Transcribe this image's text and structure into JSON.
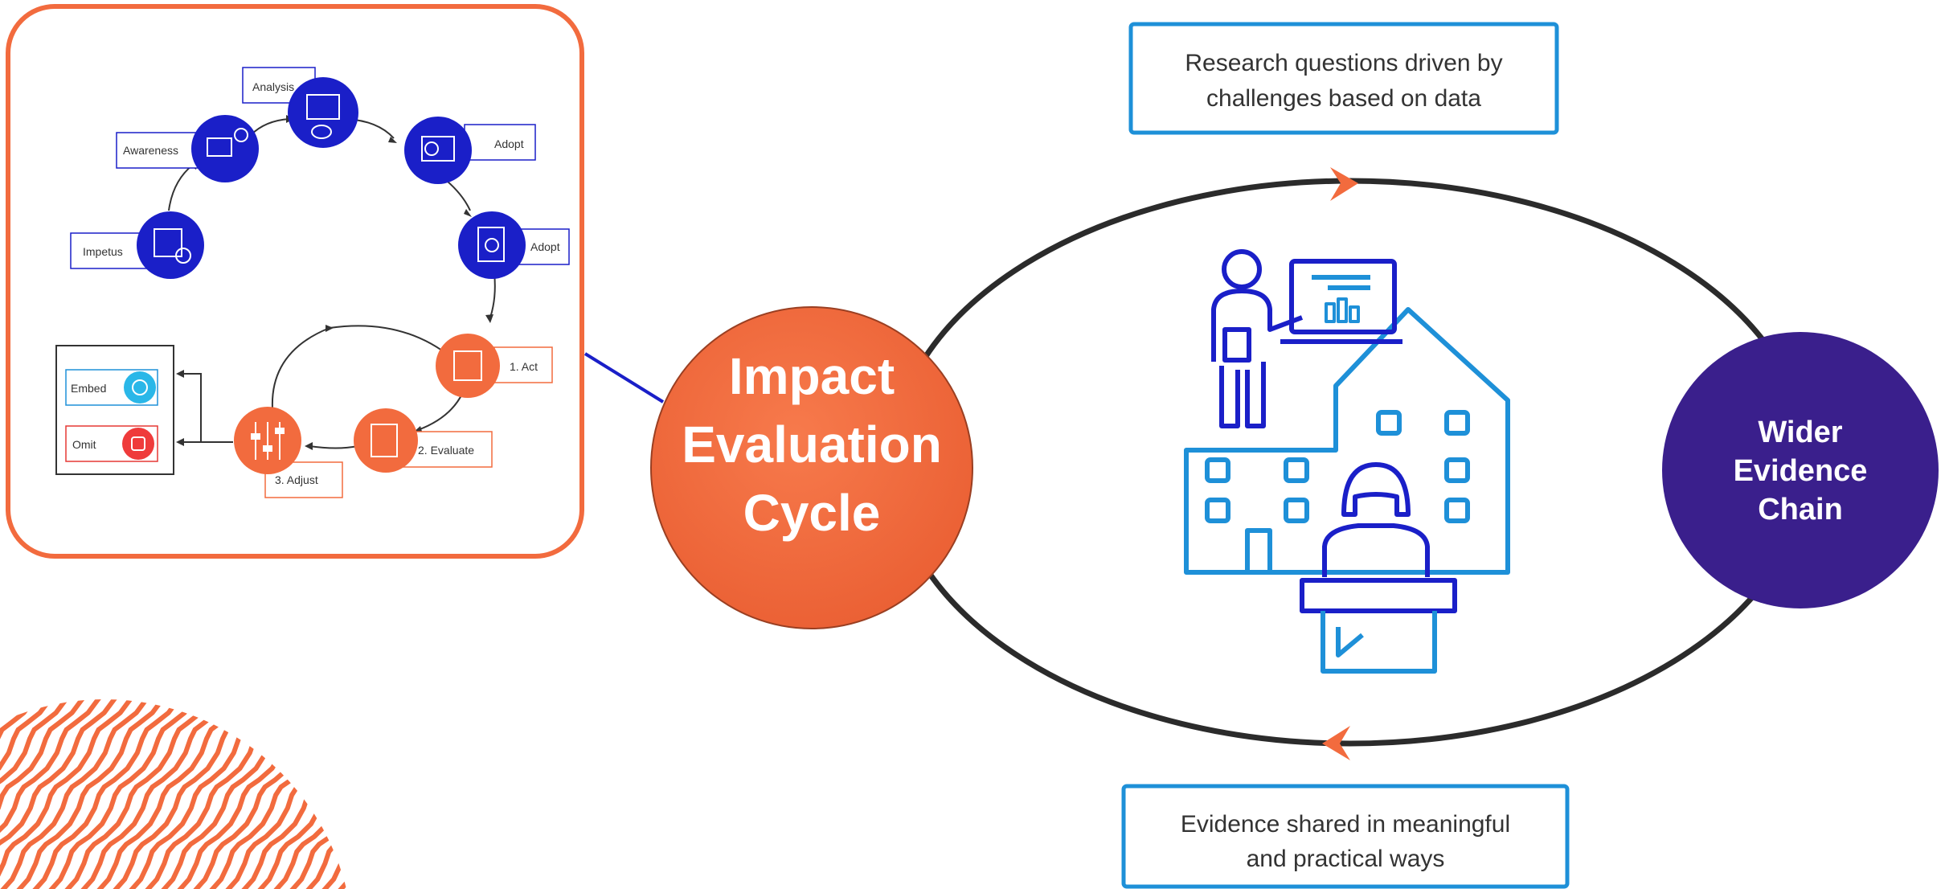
{
  "colors": {
    "orange": "#f26b3e",
    "blue": "#1a1fc8",
    "navy": "#3a1f8c",
    "cyan": "#1e90d8",
    "outline": "#333333"
  },
  "mini_cycle": {
    "nodes": [
      {
        "label": "Impetus",
        "icon": "magnifier-chart-icon"
      },
      {
        "label": "Awareness",
        "icon": "laptop-people-icon"
      },
      {
        "label": "Analysis",
        "icon": "grid-chat-icon"
      },
      {
        "label": "Adopt",
        "icon": "presentation-icon"
      },
      {
        "label": "Adopt",
        "icon": "clipboard-gear-icon"
      },
      {
        "label": "1. Act",
        "icon": "checklist-icon"
      },
      {
        "label": "2. Evaluate",
        "icon": "clipboard-pen-icon"
      },
      {
        "label": "3. Adjust",
        "icon": "sliders-icon"
      }
    ],
    "outcomes": [
      {
        "label": "Embed",
        "icon": "play-icon"
      },
      {
        "label": "Omit",
        "icon": "stop-icon"
      }
    ]
  },
  "center": {
    "line1": "Impact",
    "line2": "Evaluation",
    "line3": "Cycle"
  },
  "right_circle": {
    "line1": "Wider",
    "line2": "Evidence",
    "line3": "Chain"
  },
  "top_box": {
    "line1": "Research questions driven by",
    "line2": "challenges based on data"
  },
  "bottom_box": {
    "line1": "Evidence shared in meaningful",
    "line2": "and practical ways"
  },
  "illustration": {
    "icon": "school-teacher-student-icon"
  }
}
